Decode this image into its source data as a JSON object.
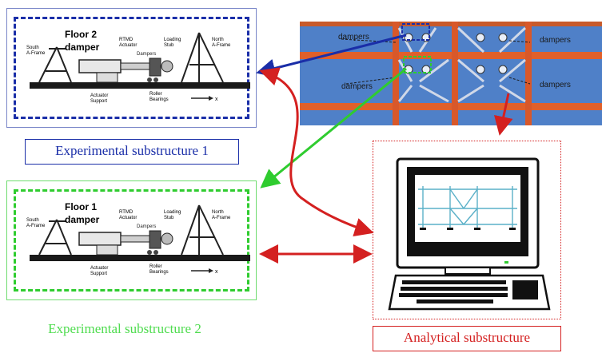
{
  "panel1": {
    "floor_title": "Floor 2",
    "damper_title": "damper",
    "labels": {
      "south": "South\nA-Frame",
      "rtmd": "RTMD\nActuator",
      "loading": "Loading\nStub",
      "north": "North\nA-Frame",
      "dampers": "Dampers",
      "actuator_support": "Actuator\nSupport",
      "roller": "Roller\nBearings",
      "axis": "x"
    }
  },
  "panel2": {
    "floor_title": "Floor 1",
    "damper_title": "damper",
    "labels": {
      "south": "South\nA-Frame",
      "rtmd": "RTMD\nActuator",
      "loading": "Loading\nStub",
      "north": "North\nA-Frame",
      "dampers": "Dampers",
      "actuator_support": "Actuator\nSupport",
      "roller": "Roller\nBearings",
      "axis": "x"
    }
  },
  "captions": {
    "exp1": "Experimental substructure 1",
    "exp2": "Experimental substructure 2",
    "analytical": "Analytical substructure"
  },
  "building": {
    "damper_labels": [
      "dampers",
      "dampers",
      "dampers",
      "dampers"
    ]
  },
  "colors": {
    "exp1": "#1a2ea8",
    "exp2": "#2fcc2f",
    "analytical": "#d42020",
    "building_bg": "#4f80c8",
    "beam": "#e0602a"
  }
}
